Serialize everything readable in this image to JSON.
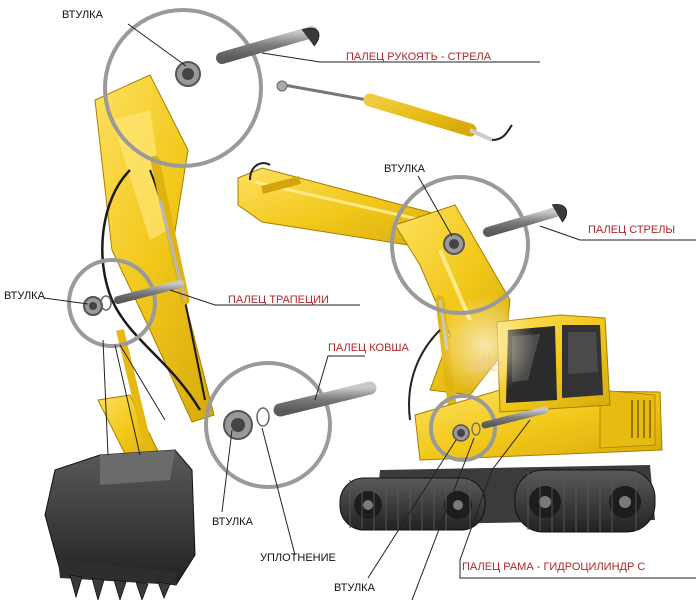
{
  "labels": {
    "vtulka_top": "ВТУЛКА",
    "palec_rukoyat_strela": "ПАЛЕЦ РУКОЯТЬ - СТРЕЛА",
    "vtulka_boom": "ВТУЛКА",
    "palec_strely": "ПАЛЕЦ СТРЕЛЫ",
    "vtulka_left": "ВТУЛКА",
    "palec_trapecii": "ПАЛЕЦ  ТРАПЕЦИИ",
    "palec_kovsha": "ПАЛЕЦ КОВША",
    "vtulka_bottom": "ВТУЛКА",
    "uplotnenie": "УПЛОТНЕНИЕ",
    "vtulka_bottom2": "ВТУЛКА",
    "palec_rama": "ПАЛЕЦ РАМА - ГИДРОЦИЛИНДР С"
  },
  "colors": {
    "label_red": "#b0272b",
    "label_black": "#111111",
    "machine_yellow": "#f2c81a",
    "pin_gray": "#8a8a8a",
    "circle_gray": "#9a9a9a"
  },
  "watermark": "olla"
}
